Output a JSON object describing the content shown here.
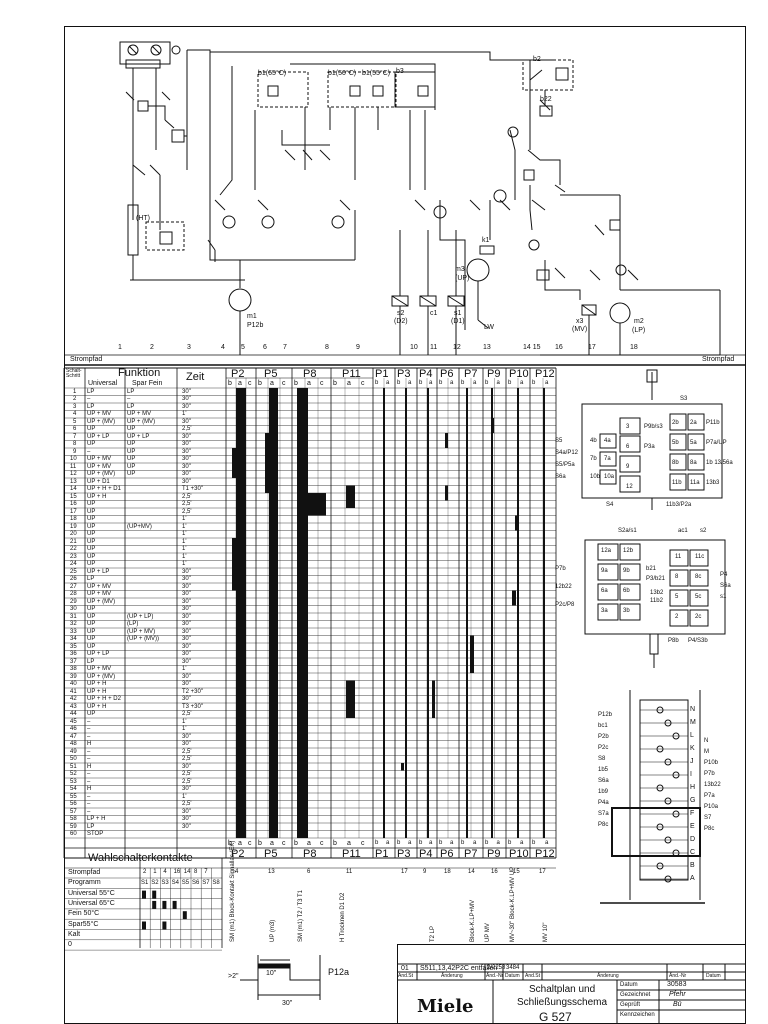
{
  "strompfad_label": "Strompfad",
  "path_numbers": [
    "1",
    "2",
    "3",
    "4",
    "5",
    "6",
    "7",
    "8",
    "9",
    "10",
    "11",
    "12",
    "13",
    "14 15",
    "16",
    "17",
    "18"
  ],
  "components": {
    "m1": "m1",
    "p12b": "P12b",
    "m3": "m3",
    "m3_sub": "(UP)",
    "m2": "m2",
    "m2_sub": "(LP)",
    "s2": "s2",
    "s2_sub": "(D2)",
    "c1": "c1",
    "s1": "s1",
    "s1_sub": "(D1)",
    "x3": "x3",
    "x3_sub": "(MV)",
    "lw": "LW",
    "ht": "(HT)",
    "b2": "b2",
    "b3": "b3",
    "b22": "b22",
    "k1": "k1",
    "temp1": "b1(65°C)",
    "temp2": "b1(50°C)",
    "temp3": "b1(55°C)"
  },
  "table": {
    "header_schalt": "Schalt-Schritt",
    "header_funktion": "Funktion",
    "header_universal": "Universal",
    "header_spar": "Spar Fein",
    "header_zeit": "Zeit",
    "cam_headers": [
      "P2",
      "P5",
      "P8",
      "P11",
      "P1",
      "P3",
      "P4",
      "P6",
      "P7",
      "P9",
      "P10",
      "P12"
    ],
    "sub_headers": [
      "b",
      "a",
      "c",
      "b",
      "a",
      "c",
      "b",
      "a",
      "c",
      "b",
      "a",
      "c"
    ],
    "rows": [
      {
        "n": "1",
        "u": "LP",
        "s": "LP",
        "z": "30\""
      },
      {
        "n": "2",
        "u": "–",
        "s": "–",
        "z": "30\""
      },
      {
        "n": "3",
        "u": "LP",
        "s": "LP",
        "z": "30\""
      },
      {
        "n": "4",
        "u": "UP + MV",
        "s": "UP + MV",
        "z": "1'"
      },
      {
        "n": "5",
        "u": "UP + (MV)",
        "s": "UP + (MV)",
        "z": "30\""
      },
      {
        "n": "6",
        "u": "UP",
        "s": "UP",
        "z": "2,5'"
      },
      {
        "n": "7",
        "u": "UP + LP",
        "s": "UP + LP",
        "z": "30\""
      },
      {
        "n": "8",
        "u": "UP",
        "s": "UP",
        "z": "30\""
      },
      {
        "n": "9",
        "u": "–",
        "s": "UP",
        "z": "30\""
      },
      {
        "n": "10",
        "u": "UP + MV",
        "s": "UP",
        "z": "30\""
      },
      {
        "n": "11",
        "u": "UP + MV",
        "s": "UP",
        "z": "30\""
      },
      {
        "n": "12",
        "u": "UP + (MV)",
        "s": "UP",
        "z": "30\""
      },
      {
        "n": "13",
        "u": "UP + D1",
        "s": "",
        "z": "30\""
      },
      {
        "n": "14",
        "u": "UP + H + D1",
        "s": "",
        "z": "T1 +30\""
      },
      {
        "n": "15",
        "u": "UP + H",
        "s": "",
        "z": "2,5'"
      },
      {
        "n": "16",
        "u": "UP",
        "s": "",
        "z": "2,5'"
      },
      {
        "n": "17",
        "u": "UP",
        "s": "",
        "z": "2,5'"
      },
      {
        "n": "18",
        "u": "UP",
        "s": "",
        "z": "1'"
      },
      {
        "n": "19",
        "u": "UP",
        "s": "(UP+MV)",
        "z": "1'"
      },
      {
        "n": "20",
        "u": "UP",
        "s": "",
        "z": "1'"
      },
      {
        "n": "21",
        "u": "UP",
        "s": "",
        "z": "1'"
      },
      {
        "n": "22",
        "u": "UP",
        "s": "",
        "z": "1'"
      },
      {
        "n": "23",
        "u": "UP",
        "s": "",
        "z": "1'"
      },
      {
        "n": "24",
        "u": "UP",
        "s": "",
        "z": "1'"
      },
      {
        "n": "25",
        "u": "UP + LP",
        "s": "",
        "z": "30\""
      },
      {
        "n": "26",
        "u": "LP",
        "s": "",
        "z": "30\""
      },
      {
        "n": "27",
        "u": "UP + MV",
        "s": "",
        "z": "30\""
      },
      {
        "n": "28",
        "u": "UP + MV",
        "s": "",
        "z": "30\""
      },
      {
        "n": "29",
        "u": "UP + (MV)",
        "s": "",
        "z": "30\""
      },
      {
        "n": "30",
        "u": "UP",
        "s": "",
        "z": "30\""
      },
      {
        "n": "31",
        "u": "UP",
        "s": "(UP + LP)",
        "z": "30\""
      },
      {
        "n": "32",
        "u": "UP",
        "s": "(LP)",
        "z": "30\""
      },
      {
        "n": "33",
        "u": "UP",
        "s": "(UP + MV)",
        "z": "30\""
      },
      {
        "n": "34",
        "u": "UP",
        "s": "(UP + (MV))",
        "z": "30\""
      },
      {
        "n": "35",
        "u": "UP",
        "s": "",
        "z": "30\""
      },
      {
        "n": "36",
        "u": "UP + LP",
        "s": "",
        "z": "30\""
      },
      {
        "n": "37",
        "u": "LP",
        "s": "",
        "z": "30\""
      },
      {
        "n": "38",
        "u": "UP + MV",
        "s": "",
        "z": "1'"
      },
      {
        "n": "39",
        "u": "UP + (MV)",
        "s": "",
        "z": "30\""
      },
      {
        "n": "40",
        "u": "UP + H",
        "s": "",
        "z": "30\""
      },
      {
        "n": "41",
        "u": "UP + H",
        "s": "",
        "z": "T2 +30\""
      },
      {
        "n": "42",
        "u": "UP + H + D2",
        "s": "",
        "z": "30\""
      },
      {
        "n": "43",
        "u": "UP + H",
        "s": "",
        "z": "T3 +30\""
      },
      {
        "n": "44",
        "u": "UP",
        "s": "",
        "z": "2,5'"
      },
      {
        "n": "45",
        "u": "–",
        "s": "",
        "z": "1'"
      },
      {
        "n": "46",
        "u": "–",
        "s": "",
        "z": "1'"
      },
      {
        "n": "47",
        "u": "–",
        "s": "",
        "z": "30\""
      },
      {
        "n": "48",
        "u": "H",
        "s": "",
        "z": "30\""
      },
      {
        "n": "49",
        "u": "–",
        "s": "",
        "z": "2,5'"
      },
      {
        "n": "50",
        "u": "–",
        "s": "",
        "z": "2,5'"
      },
      {
        "n": "51",
        "u": "H",
        "s": "",
        "z": "30\""
      },
      {
        "n": "52",
        "u": "–",
        "s": "",
        "z": "2,5'"
      },
      {
        "n": "53",
        "u": "–",
        "s": "",
        "z": "2,5'"
      },
      {
        "n": "54",
        "u": "H",
        "s": "",
        "z": "30\""
      },
      {
        "n": "55",
        "u": "–",
        "s": "",
        "z": "1'"
      },
      {
        "n": "56",
        "u": "–",
        "s": "",
        "z": "2,5'"
      },
      {
        "n": "57",
        "u": "–",
        "s": "",
        "z": "30\""
      },
      {
        "n": "58",
        "u": "LP + H",
        "s": "",
        "z": "30\""
      },
      {
        "n": "59",
        "u": "LP",
        "s": "",
        "z": "30\""
      },
      {
        "n": "60",
        "u": "STOP",
        "s": "",
        "z": ""
      }
    ],
    "bottom_sub": [
      "b",
      "a",
      "c",
      "b",
      "a",
      "c",
      "b",
      "a",
      "c",
      "b",
      "a",
      "c"
    ],
    "bottom_p_sub": [
      "b",
      "a",
      "b",
      "a",
      "b",
      "a",
      "b",
      "a",
      "b",
      "a",
      "b",
      "a",
      "b",
      "a",
      "b",
      "a"
    ],
    "strompfad_row": [
      "4",
      "13",
      "6",
      "11",
      "17",
      "9",
      "18",
      "14",
      "16",
      "15",
      "17"
    ]
  },
  "wahl": {
    "title": "Wahlschalterkontakte",
    "rows": [
      "Strompfad",
      "Programm",
      "Universal 55°C",
      "Universal 65°C",
      "Fein 50°C",
      "Spar55°C",
      "Kalt",
      "0"
    ],
    "strompfad_vals": [
      "2",
      "1",
      "4",
      "16",
      "14",
      "8",
      "7"
    ],
    "programm_vals": [
      "S1",
      "S2",
      "S3",
      "S4",
      "S5",
      "S6",
      "S7",
      "S8"
    ]
  },
  "vertical_labels": {
    "p2": "SM (m1) Block-Kontakt Signallas (EK)",
    "p5": "UP (m3)",
    "p8": "SM (m1) T2 / T3 T1",
    "p11": "H Trocknen D1 D2",
    "p4": "T2 LP",
    "p7": "Block-K.LP+MV",
    "p9": "UP MV",
    "p10": "MV~30\" Block-K.LP+MV UP",
    "p12": "MV 10\""
  },
  "cam_diagram_labels": {
    "top": [
      "S3",
      "2b",
      "2a",
      "P11b",
      "5b",
      "5a",
      "P7a/UP",
      "8b",
      "8a",
      "1b 13/56a",
      "11b",
      "11a",
      "13b3",
      "3",
      "P9b/s3",
      "6",
      "P3a",
      "9",
      "12",
      "4a",
      "4b",
      "7a",
      "7b",
      "10a",
      "10b"
    ],
    "top_left": [
      "S5",
      "S4a/P12",
      "S5/P5a",
      "S6a"
    ],
    "bottom_top": [
      "S2a/s1",
      "ac1",
      "s2"
    ],
    "bottom_left": [
      "P7b",
      "12b22",
      "P2c/P8"
    ],
    "bottom_right": [
      "P4",
      "S6a",
      "s1"
    ],
    "bottom_cells": [
      "12a",
      "12b",
      "11",
      "11c",
      "9a",
      "9b",
      "8",
      "8c",
      "6a",
      "6b",
      "5",
      "5c",
      "3a",
      "3b",
      "2",
      "2c"
    ],
    "bottom_mid": [
      "b21",
      "P3/b21",
      "13b2",
      "11b2"
    ],
    "bottom_labels": [
      "S4",
      "11b3/P2a",
      "P8b",
      "P4/S3b"
    ]
  },
  "switch_labels": {
    "left": [
      "P12b",
      "bc1",
      "P2b",
      "P2c",
      "S8",
      "1b5",
      "S6a",
      "1b9",
      "P4a",
      "S7a",
      "P8c"
    ],
    "right": [
      "N",
      "M",
      "P10b",
      "P7b",
      "13b22",
      "P7a",
      "P10a",
      "S7",
      "P8c"
    ],
    "letters": [
      "N",
      "M",
      "L",
      "K",
      "J",
      "I",
      "H",
      "G",
      "F",
      "E",
      "D",
      "C",
      "B",
      "A"
    ]
  },
  "timing": {
    "a": ">2\"",
    "b": "10\"",
    "c": "30\"",
    "label": "P12a"
  },
  "title_block": {
    "rev": "01",
    "change_text": "S511,13,42P2C entfallen",
    "change_no": "2/2258",
    "change_date": "3484",
    "col_and_st": "And.St",
    "col_anderung": "Änderung",
    "col_and_nr": "Änd.-Nr",
    "col_datum": "Datum",
    "brand": "Miele",
    "title1": "Schaltplan und",
    "title2": "Schließungsschema",
    "title3": "G 527",
    "datum": "Datum",
    "gezeichnet": "Gezeichnet",
    "geprueft": "Geprüft",
    "kennzeichen": "Kennzeichen",
    "date_val": "30583",
    "sign1": "Pfehr",
    "sign2": "Bü"
  }
}
